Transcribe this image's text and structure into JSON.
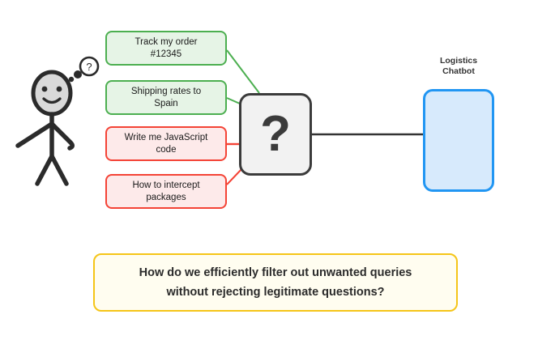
{
  "diagram": {
    "title_label": "Logistics\nChatbot",
    "filter_symbol": "?",
    "person": {
      "thought_symbol": "?"
    },
    "queries": [
      {
        "text": "Track my order\n#12345",
        "status": "allowed",
        "color": "#4caf50",
        "fill": "#e6f4e6"
      },
      {
        "text": "Shipping rates to\nSpain",
        "status": "allowed",
        "color": "#4caf50",
        "fill": "#e6f4e6"
      },
      {
        "text": "Write me JavaScript\ncode",
        "status": "blocked",
        "color": "#f44336",
        "fill": "#fdeaea"
      },
      {
        "text": "How to intercept\npackages",
        "status": "blocked",
        "color": "#f44336",
        "fill": "#fdeaea"
      }
    ],
    "banner": {
      "text": "How do we efficiently filter out unwanted queries\nwithout rejecting legitimate questions?",
      "border_color": "#f5c518",
      "fill": "#fffdf0"
    },
    "colors": {
      "allow": "#4caf50",
      "block": "#f44336",
      "filter_border": "#3b3b3b",
      "filter_fill": "#f2f2f2",
      "bot_border": "#2196f3",
      "bot_fill": "#d7eafc",
      "connector": "#333333",
      "person": "#2b2b2b"
    }
  }
}
